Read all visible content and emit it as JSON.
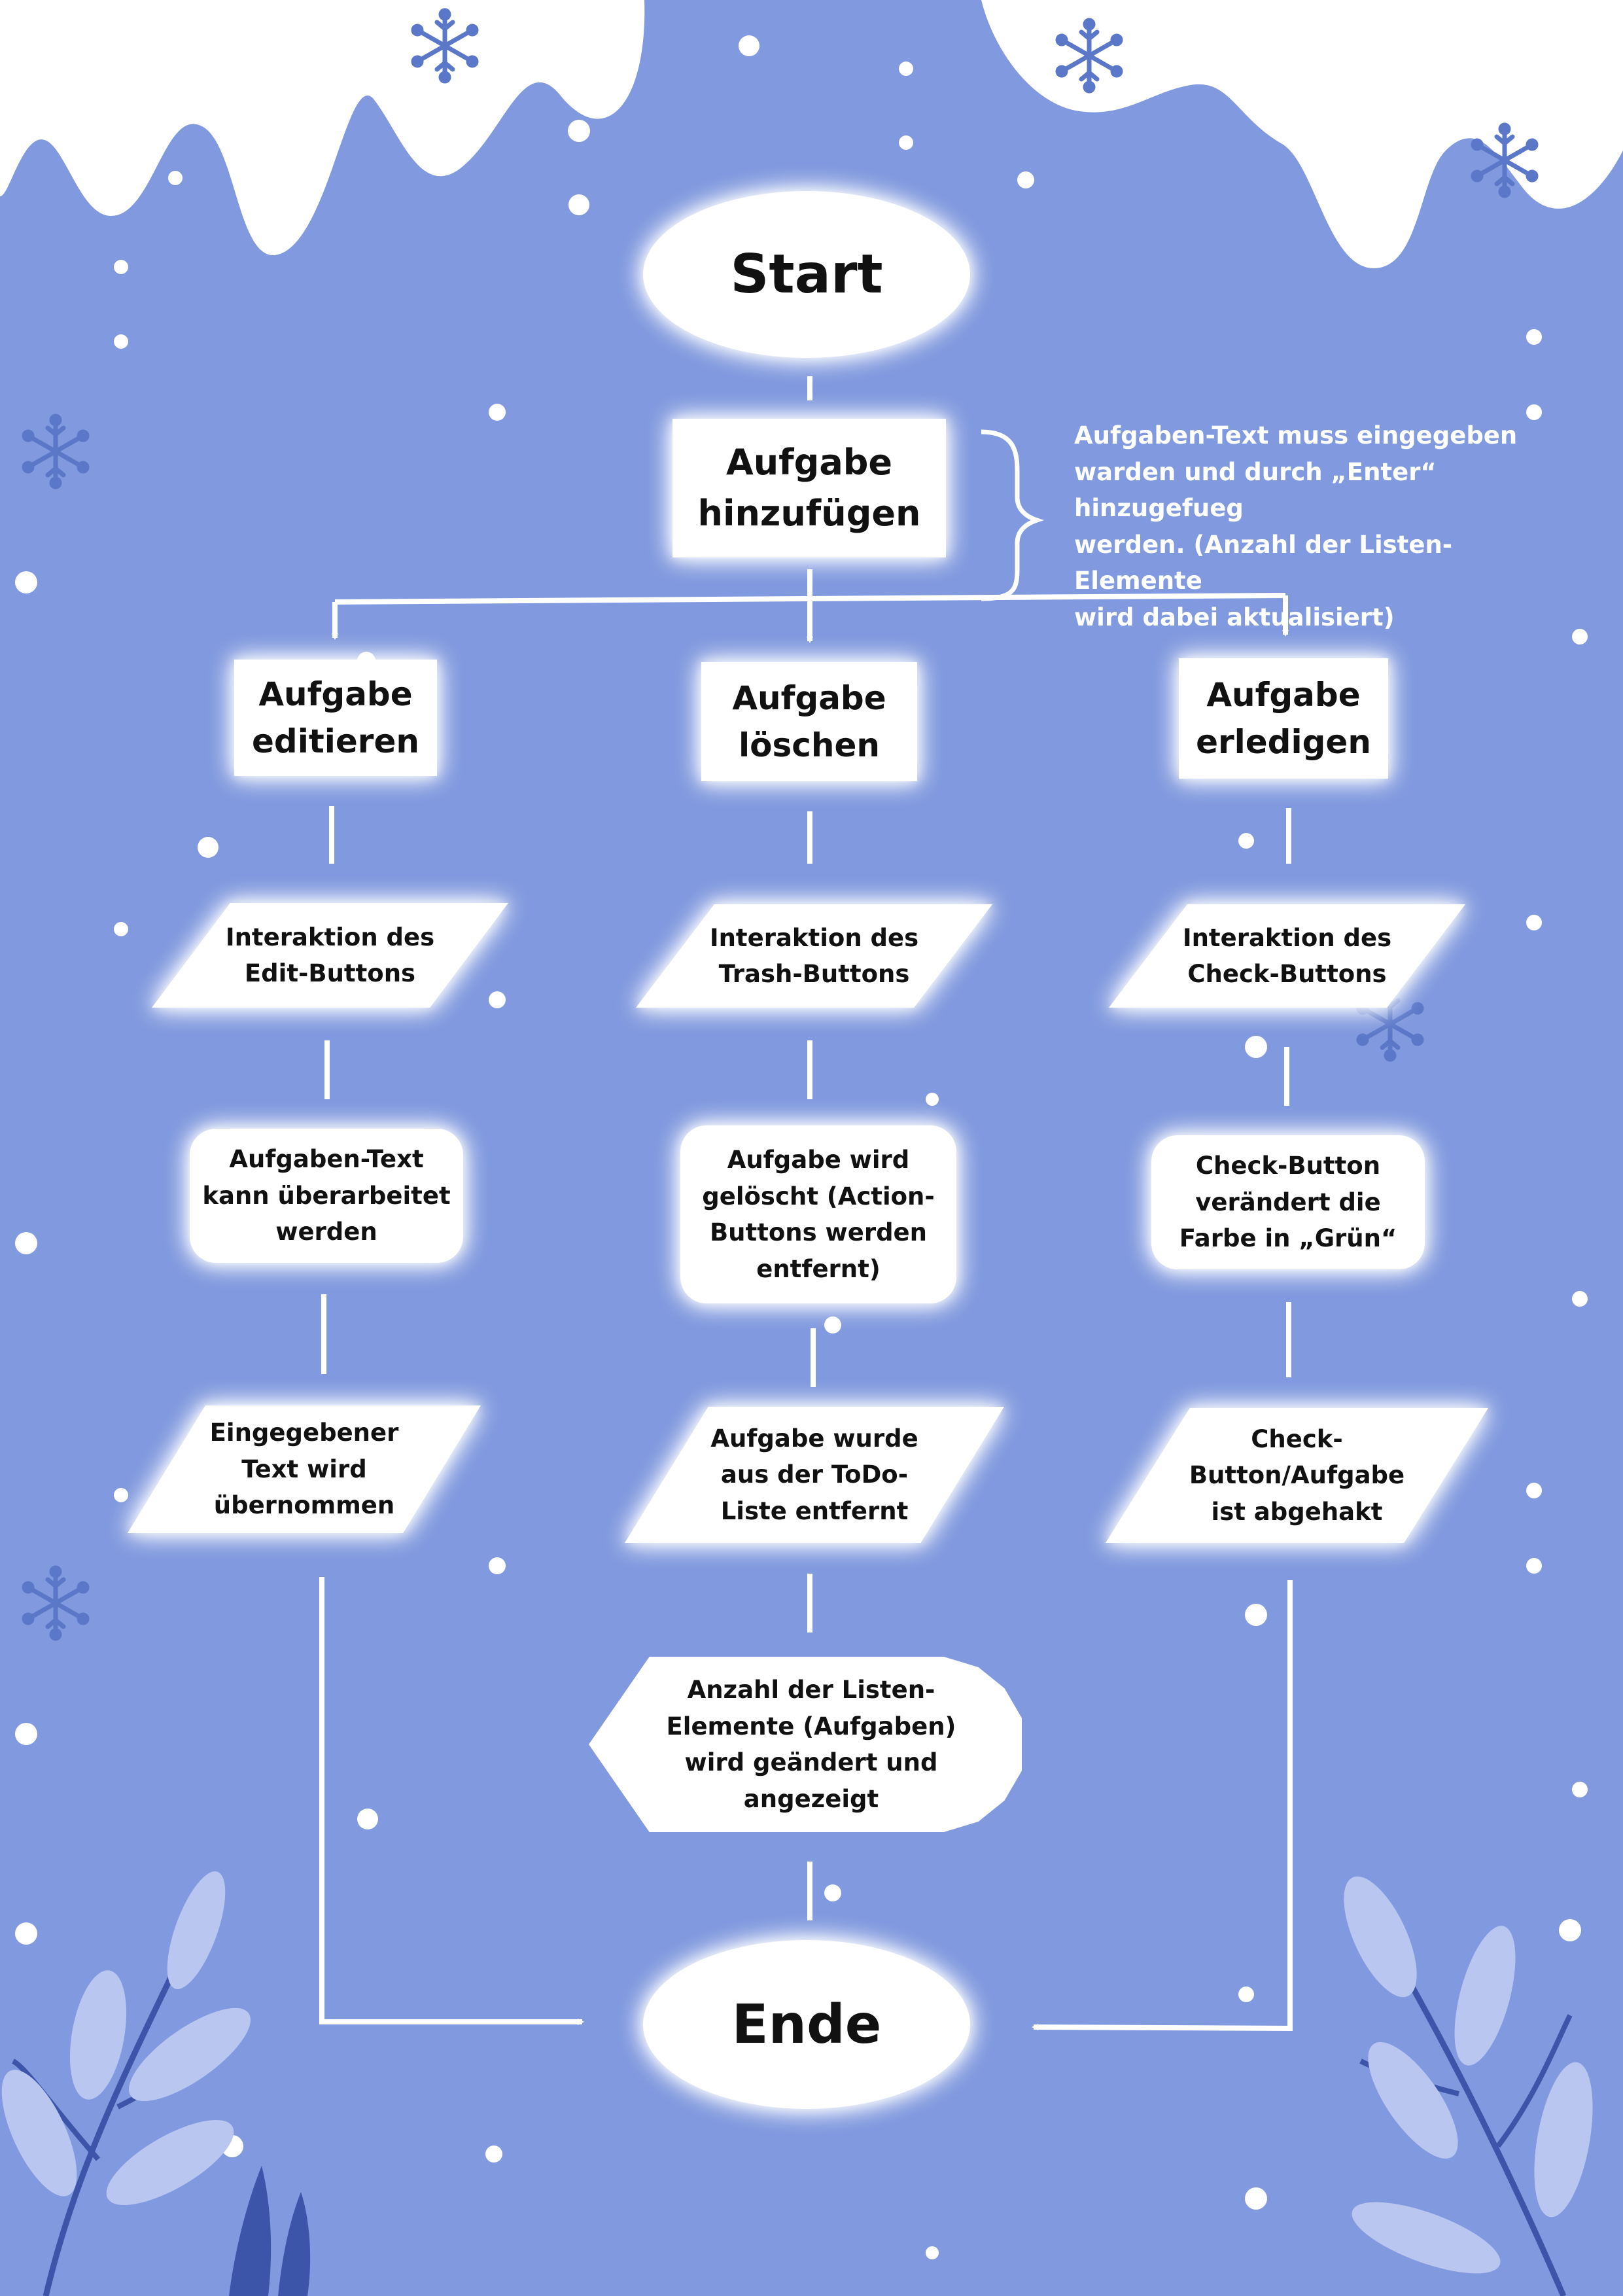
{
  "colors": {
    "background": "#8199de",
    "snow": "#ffffff",
    "node_fill": "#ffffff",
    "connector": "#ffffff",
    "leaf_light": "#b9c6f0",
    "leaf_dark": "#3c55a8"
  },
  "decorations": [
    "snow-cap",
    "snowflake-icon",
    "snow-dot",
    "leaf-branch"
  ],
  "flow": {
    "start": "Start",
    "add_task": "Aufgabe\nhinzufügen",
    "add_task_note": "Aufgaben-Text muss eingegeben\nwarden und durch „Enter“ hinzugefueg\nwerden. (Anzahl der Listen-Elemente\nwird dabei aktualisiert)",
    "branches": {
      "edit": {
        "title": "Aufgabe\neditieren",
        "action": "Interaktion des\nEdit-Buttons",
        "process": "Aufgaben-Text\nkann überarbeitet\nwerden",
        "result": "Eingegebener\nText wird\nübernommen"
      },
      "delete": {
        "title": "Aufgabe\nlöschen",
        "action": "Interaktion des\nTrash-Buttons",
        "process": "Aufgabe wird\ngelöscht (Action-\nButtons werden\nentfernt)",
        "result": "Aufgabe wurde\naus der ToDo-\nListe entfernt"
      },
      "done": {
        "title": "Aufgabe\nerledigen",
        "action": "Interaktion des\nCheck-Buttons",
        "process": "Check-Button\nverändert die\nFarbe in „Grün“",
        "result": "Check-\nButton/Aufgabe\nist abgehakt"
      }
    },
    "count_display": "Anzahl der Listen-\nElemente (Aufgaben)\nwird geändert und\nangezeigt",
    "end": "Ende"
  }
}
